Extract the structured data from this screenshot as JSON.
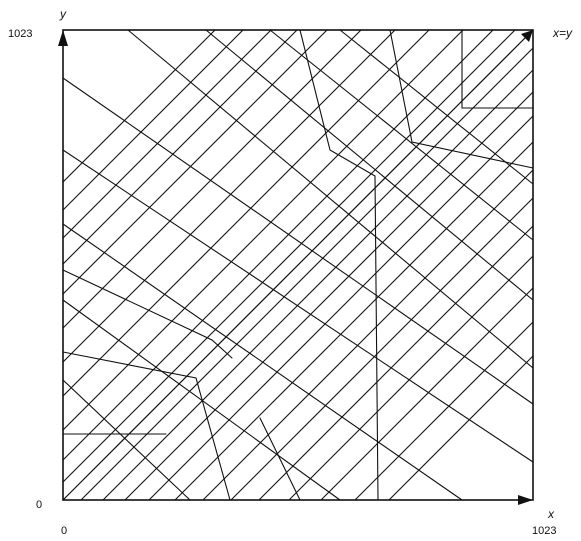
{
  "axes": {
    "y_max_label": "1023",
    "y_axis_name": "y",
    "origin_y_label": "0",
    "origin_x_label": "0",
    "x_max_label": "1023",
    "x_axis_name": "x",
    "diagonal_label": "x=y"
  },
  "colors": {
    "ink": "#111111",
    "background": "#ffffff"
  }
}
